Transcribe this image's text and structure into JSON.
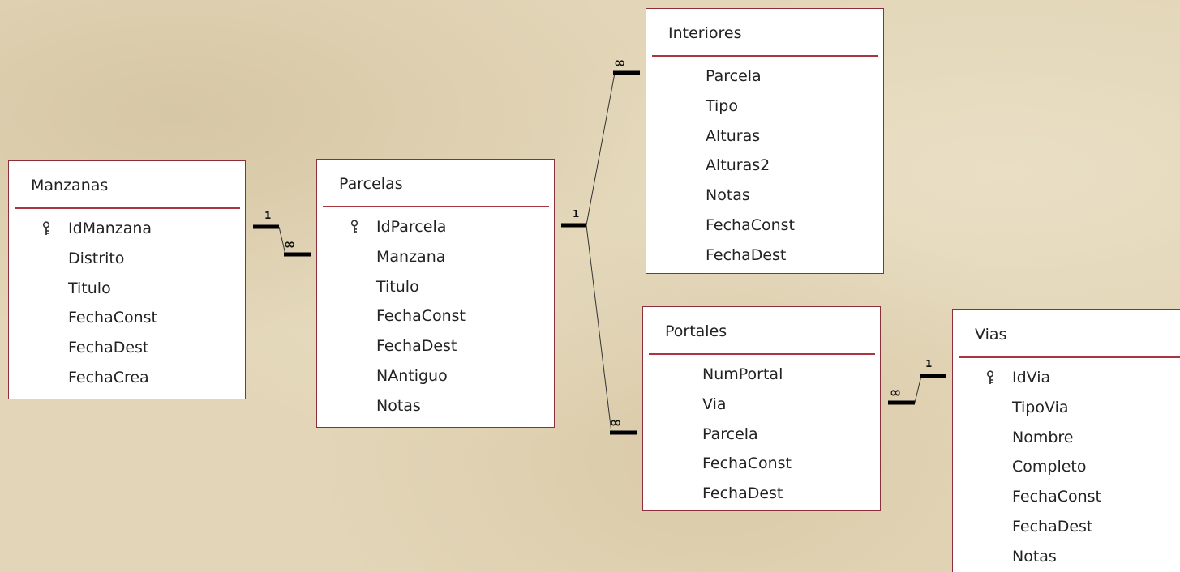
{
  "tables": {
    "manzanas": {
      "title": "Manzanas",
      "fields": [
        "IdManzana",
        "Distrito",
        "Titulo",
        "FechaConst",
        "FechaDest",
        "FechaCrea"
      ]
    },
    "parcelas": {
      "title": "Parcelas",
      "fields": [
        "IdParcela",
        "Manzana",
        "Titulo",
        "FechaConst",
        "FechaDest",
        "NAntiguo",
        "Notas"
      ]
    },
    "interiores": {
      "title": "Interiores",
      "fields": [
        "Parcela",
        "Tipo",
        "Alturas",
        "Alturas2",
        "Notas",
        "FechaConst",
        "FechaDest"
      ]
    },
    "portales": {
      "title": "Portales",
      "fields": [
        "NumPortal",
        "Via",
        "Parcela",
        "FechaConst",
        "FechaDest"
      ]
    },
    "vias": {
      "title": "Vias",
      "fields": [
        "IdVia",
        "TipoVia",
        "Nombre",
        "Completo",
        "FechaConst",
        "FechaDest",
        "Notas"
      ]
    }
  },
  "relationships": [
    {
      "from": "Manzanas",
      "to": "Parcelas",
      "one_label": "1",
      "many_label": "∞"
    },
    {
      "from": "Parcelas",
      "to": "Interiores",
      "one_label": "1",
      "many_label": "∞"
    },
    {
      "from": "Parcelas",
      "to": "Portales",
      "one_label": "1",
      "many_label": "∞"
    },
    {
      "from": "Vias",
      "to": "Portales",
      "one_label": "1",
      "many_label": "∞"
    }
  ],
  "colors": {
    "border": "#8c2f3a",
    "separator": "#a8353f",
    "background": "#e3d6b8"
  },
  "icons": {
    "primary_key": "key-icon"
  }
}
